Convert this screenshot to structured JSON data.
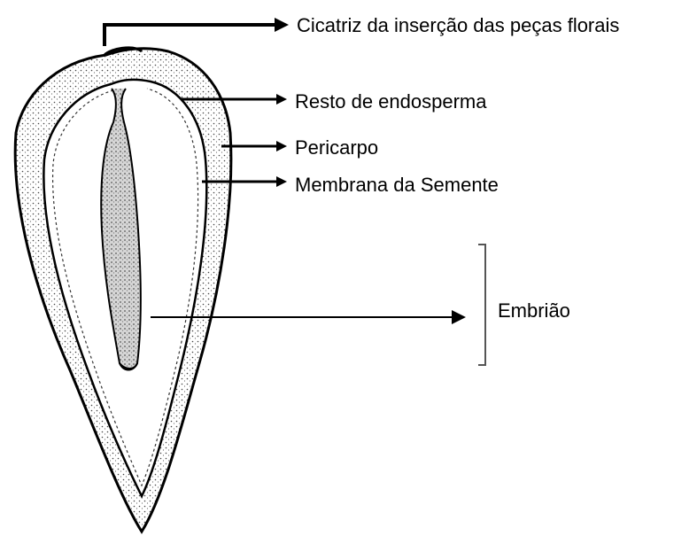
{
  "diagram": {
    "labels": {
      "scar": "Cicatriz da inserção das peças florais",
      "endosperm": "Resto de endosperma",
      "pericarp": "Pericarpo",
      "seed_membrane": "Membrana da Semente",
      "embryo": "Embrião"
    },
    "colors": {
      "ink": "#000000",
      "background": "#ffffff",
      "stipple": "#444444",
      "embryo_fill": "#cfcfcf"
    }
  }
}
